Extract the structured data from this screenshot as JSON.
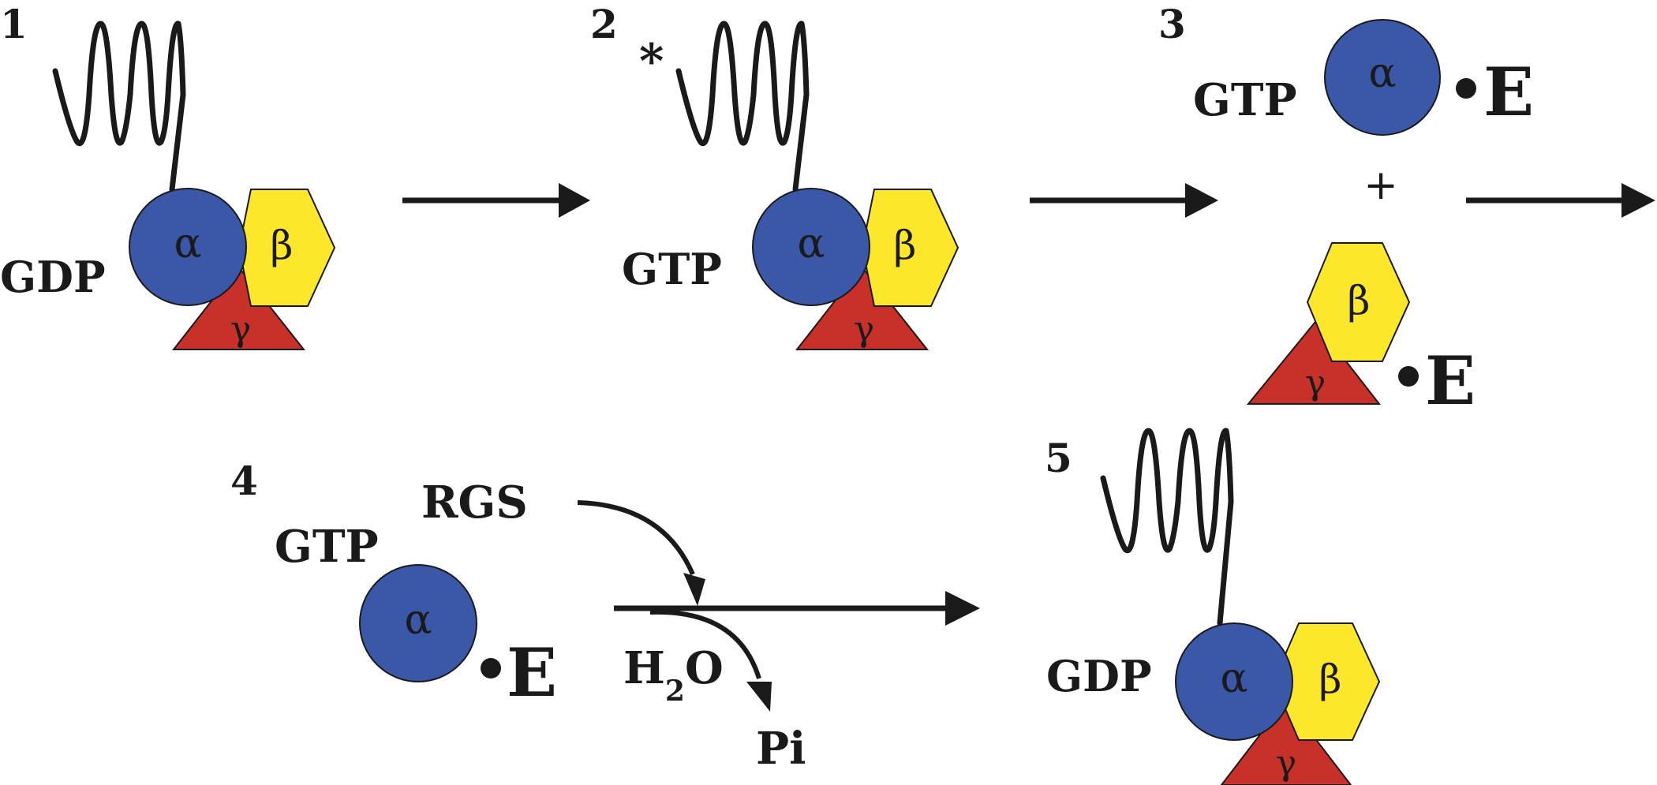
{
  "steps": {
    "1": {
      "number": "1",
      "nucleotide": "GDP"
    },
    "2": {
      "number": "2",
      "star": "*",
      "nucleotide": "GTP"
    },
    "3": {
      "number": "3",
      "nucleotide": "GTP",
      "plus": "+",
      "effector_a": "E",
      "effector_b": "E"
    },
    "4": {
      "number": "4",
      "nucleotide": "GTP",
      "rgs": "RGS",
      "h": "H",
      "sub": "2",
      "o": "O",
      "pi": "Pi",
      "effector": "E"
    },
    "5": {
      "number": "5",
      "nucleotide": "GDP"
    }
  },
  "subunits": {
    "alpha": "α",
    "beta": "β",
    "gamma": "γ"
  },
  "colors": {
    "alpha": "#3b58a8",
    "beta": "#fde72a",
    "gamma": "#c8302a",
    "outline": "#1a1a1a"
  }
}
